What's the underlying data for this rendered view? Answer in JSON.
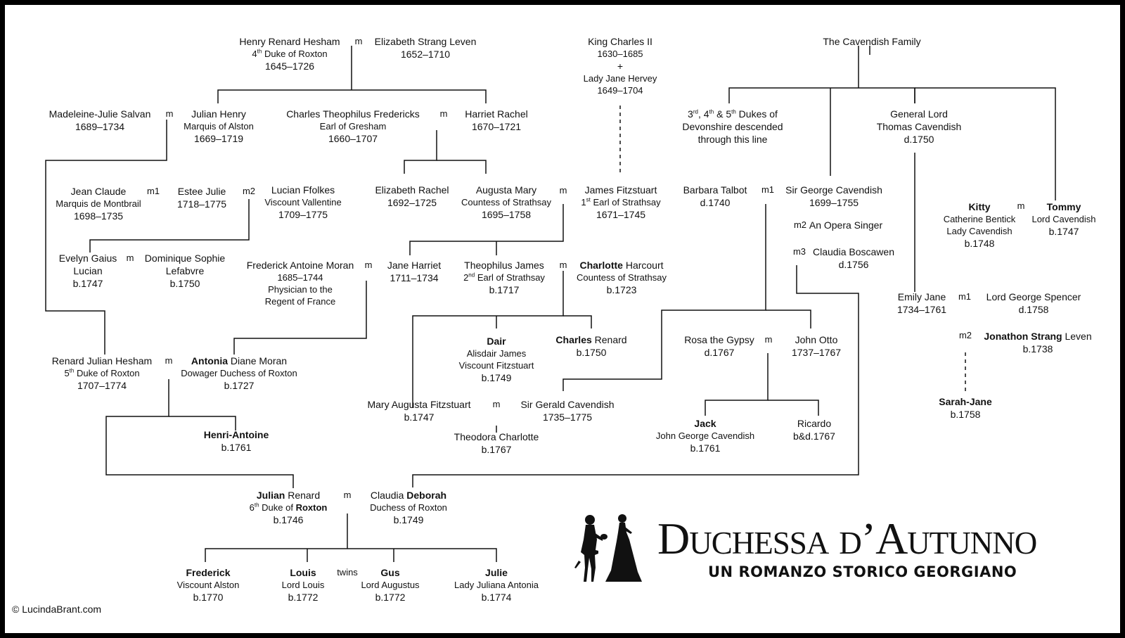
{
  "people": {
    "henry_renard": [
      {
        "t": "Henry Renard Hesham"
      },
      {
        "t": "4th Duke of Roxton",
        "s": "sm"
      },
      {
        "t": "1645–1726"
      }
    ],
    "elizabeth_strang": [
      {
        "t": "Elizabeth Strang Leven"
      },
      {
        "t": "1652–1710"
      }
    ],
    "king_charles": [
      {
        "t": "King Charles II"
      },
      {
        "t": "1630–1685",
        "s": "sm"
      },
      {
        "t": "+"
      },
      {
        "t": "Lady Jane Hervey",
        "s": "sm"
      },
      {
        "t": "1649–1704",
        "s": "sm"
      }
    ],
    "cavendish_family": [
      {
        "t": "The Cavendish Family"
      }
    ],
    "madeleine": [
      {
        "t": "Madeleine-Julie Salvan"
      },
      {
        "t": "1689–1734"
      }
    ],
    "julian_henry": [
      {
        "t": "Julian Henry"
      },
      {
        "t": "Marquis of Alston",
        "s": "sm"
      },
      {
        "t": "1669–1719"
      }
    ],
    "charles_fredericks": [
      {
        "t": "Charles Theophilus Fredericks"
      },
      {
        "t": "Earl of Gresham",
        "s": "sm"
      },
      {
        "t": "1660–1707"
      }
    ],
    "harriet_rachel": [
      {
        "t": "Harriet Rachel"
      },
      {
        "t": "1670–1721"
      }
    ],
    "dukes_devonshire": [
      {
        "t": "3rd, 4th & 5th Dukes of"
      },
      {
        "t": "Devonshire descended"
      },
      {
        "t": "through this line"
      }
    ],
    "general_thomas": [
      {
        "t": "General Lord"
      },
      {
        "t": "Thomas Cavendish"
      },
      {
        "t": "d.1750"
      }
    ],
    "jean_claude": [
      {
        "t": "Jean Claude"
      },
      {
        "t": "Marquis de Montbrail",
        "s": "sm"
      },
      {
        "t": "1698–1735"
      }
    ],
    "estee_julie": [
      {
        "t": "Estee Julie"
      },
      {
        "t": "1718–1775"
      }
    ],
    "lucian_ffolkes": [
      {
        "t": "Lucian Ffolkes"
      },
      {
        "t": "Viscount Vallentine",
        "s": "sm"
      },
      {
        "t": "1709–1775"
      }
    ],
    "elizabeth_rachel": [
      {
        "t": "Elizabeth Rachel"
      },
      {
        "t": "1692–1725"
      }
    ],
    "augusta_mary": [
      {
        "t": "Augusta Mary"
      },
      {
        "t": "Countess of Strathsay",
        "s": "sm"
      },
      {
        "t": "1695–1758"
      }
    ],
    "james_fitzstuart": [
      {
        "t": "James Fitzstuart"
      },
      {
        "t": "1st Earl of Strathsay",
        "s": "sm"
      },
      {
        "t": "1671–1745"
      }
    ],
    "barbara_talbot": [
      {
        "t": "Barbara Talbot"
      },
      {
        "t": "d.1740"
      }
    ],
    "sir_george": [
      {
        "t": "Sir George Cavendish"
      },
      {
        "t": "1699–1755"
      }
    ],
    "opera_singer": [
      {
        "t": "An Opera Singer"
      }
    ],
    "claudia_boscawen": [
      {
        "t": "Claudia Boscawen"
      },
      {
        "t": "d.1756"
      }
    ],
    "kitty": [
      {
        "t": "Kitty",
        "b": true
      },
      {
        "t": "Catherine Bentick",
        "s": "sm"
      },
      {
        "t": "Lady Cavendish",
        "s": "sm"
      },
      {
        "t": "b.1748"
      }
    ],
    "tommy": [
      {
        "t": "Tommy",
        "b": true
      },
      {
        "t": "Lord Cavendish",
        "s": "sm"
      },
      {
        "t": "b.1747"
      }
    ],
    "evelyn_gaius": [
      {
        "t": "Evelyn Gaius"
      },
      {
        "t": "Lucian"
      },
      {
        "t": "b.1747"
      }
    ],
    "dominique": [
      {
        "t": "Dominique Sophie"
      },
      {
        "t": "Lefabvre"
      },
      {
        "t": "b.1750"
      }
    ],
    "frederick_moran": [
      {
        "t": "Frederick Antoine Moran"
      },
      {
        "t": "1685–1744",
        "s": "sm"
      },
      {
        "t": "Physician to the",
        "s": "sm"
      },
      {
        "t": "Regent of France",
        "s": "sm"
      }
    ],
    "jane_harriet": [
      {
        "t": "Jane Harriet"
      },
      {
        "t": "1711–1734"
      }
    ],
    "theophilus_james": [
      {
        "t": "Theophilus James"
      },
      {
        "t": "2nd Earl of Strathsay",
        "s": "sm"
      },
      {
        "t": "b.1717"
      }
    ],
    "charlotte": [
      {
        "t": "Charlotte Harcourt",
        "bp": "Charlotte",
        "rest": " Harcourt"
      },
      {
        "t": "Countess of Strathsay",
        "s": "sm"
      },
      {
        "t": "b.1723"
      }
    ],
    "emily_jane": [
      {
        "t": "Emily Jane"
      },
      {
        "t": "1734–1761"
      }
    ],
    "lord_george_spencer": [
      {
        "t": "Lord George Spencer"
      },
      {
        "t": "d.1758"
      }
    ],
    "jonathon": [
      {
        "t": "Jonathon Strang Leven",
        "bp": "Jonathon Strang",
        "rest": " Leven"
      },
      {
        "t": "b.1738"
      }
    ],
    "dair": [
      {
        "t": "Dair",
        "b": true
      },
      {
        "t": "Alisdair James",
        "s": "sm"
      },
      {
        "t": "Viscount Fitzstuart",
        "s": "sm"
      },
      {
        "t": "b.1749"
      }
    ],
    "charles_renard": [
      {
        "t": "Charles Renard",
        "bp": "Charles",
        "rest": " Renard"
      },
      {
        "t": "b.1750"
      }
    ],
    "rosa": [
      {
        "t": "Rosa the Gypsy"
      },
      {
        "t": "d.1767"
      }
    ],
    "john_otto": [
      {
        "t": "John Otto"
      },
      {
        "t": "1737–1767"
      }
    ],
    "renard_julian": [
      {
        "t": "Renard Julian Hesham"
      },
      {
        "t": "5th Duke of Roxton",
        "s": "sm"
      },
      {
        "t": "1707–1774"
      }
    ],
    "antonia": [
      {
        "t": "Antonia Diane Moran",
        "bp": "Antonia",
        "rest": " Diane Moran"
      },
      {
        "t": "Dowager Duchess of Roxton",
        "s": "sm"
      },
      {
        "t": "b.1727"
      }
    ],
    "mary_augusta": [
      {
        "t": "Mary Augusta Fitzstuart"
      },
      {
        "t": "b.1747"
      }
    ],
    "sir_gerald": [
      {
        "t": "Sir Gerald Cavendish"
      },
      {
        "t": "1735–1775"
      }
    ],
    "theodora": [
      {
        "t": "Theodora Charlotte"
      },
      {
        "t": "b.1767"
      }
    ],
    "jack": [
      {
        "t": "Jack",
        "b": true
      },
      {
        "t": "John George Cavendish",
        "s": "sm"
      },
      {
        "t": "b.1761"
      }
    ],
    "ricardo": [
      {
        "t": "Ricardo"
      },
      {
        "t": "b&d.1767"
      }
    ],
    "sarah_jane": [
      {
        "t": "Sarah-Jane",
        "b": true
      },
      {
        "t": "b.1758"
      }
    ],
    "henri_antoine": [
      {
        "t": "Henri-Antoine",
        "b": true
      },
      {
        "t": "b.1761"
      }
    ],
    "julian_renard": [
      {
        "t": "Julian Renard",
        "bp": "Julian",
        "rest": " Renard"
      },
      {
        "t": "6th Duke of Roxton",
        "s": "sm",
        "rich": "roxton"
      },
      {
        "t": "b.1746"
      }
    ],
    "claudia_deborah": [
      {
        "t": "Claudia Deborah",
        "pre": "Claudia ",
        "bp": "Deborah"
      },
      {
        "t": "Duchess of Roxton",
        "s": "sm"
      },
      {
        "t": "b.1749"
      }
    ],
    "frederick": [
      {
        "t": "Frederick",
        "b": true
      },
      {
        "t": "Viscount Alston",
        "s": "sm"
      },
      {
        "t": "b.1770"
      }
    ],
    "louis": [
      {
        "t": "Louis",
        "b": true
      },
      {
        "t": "Lord Louis",
        "s": "sm"
      },
      {
        "t": "b.1772"
      }
    ],
    "gus": [
      {
        "t": "Gus",
        "b": true
      },
      {
        "t": "Lord Augustus",
        "s": "sm"
      },
      {
        "t": "b.1772"
      }
    ],
    "julie": [
      {
        "t": "Julie",
        "b": true
      },
      {
        "t": "Lady Juliana Antonia",
        "s": "sm"
      },
      {
        "t": "b.1774"
      }
    ]
  },
  "marks": {
    "m_henry": "m",
    "m_madeleine": "m",
    "m_charles_harriet": "m",
    "m1_jean": "m1",
    "m2_estee": "m2",
    "m_augusta_james": "m",
    "m1_barbara": "m1",
    "m2_opera": "m2",
    "m3_claudia": "m3",
    "m_kitty_tommy": "m",
    "m_evelyn": "m",
    "m_frederick_moran": "m",
    "m_theophilus_charlotte": "m",
    "m1_emily": "m1",
    "m2_emily": "m2",
    "m_rosa_john": "m",
    "m_renard_antonia": "m",
    "m_mary_gerald": "m",
    "m_julian_claudia": "m",
    "twins": "twins"
  },
  "brand": {
    "title": "Duchessa d’Autunno",
    "subtitle": "UN ROMANZO STORICO GEORGIANO"
  },
  "copyright": "© LucindaBrant.com"
}
